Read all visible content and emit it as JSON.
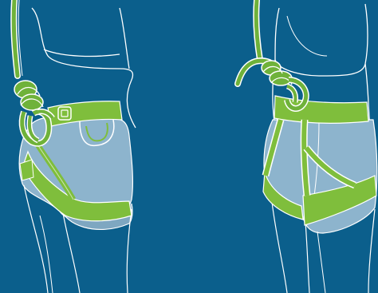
{
  "colors": {
    "background": "#0b5f8c",
    "outline": "#ffffff",
    "harness_green": "#7fbe3c",
    "harness_green_dark": "#5f9a2a",
    "underwear_blue": "#8db4cd",
    "underwear_blue_dark": "#7ea7c1",
    "rope": "#6fb23a"
  },
  "illustrations": [
    {
      "view": "side-left",
      "icon": "climbing-harness-side-view"
    },
    {
      "view": "rear-right",
      "icon": "climbing-harness-rear-view"
    }
  ]
}
